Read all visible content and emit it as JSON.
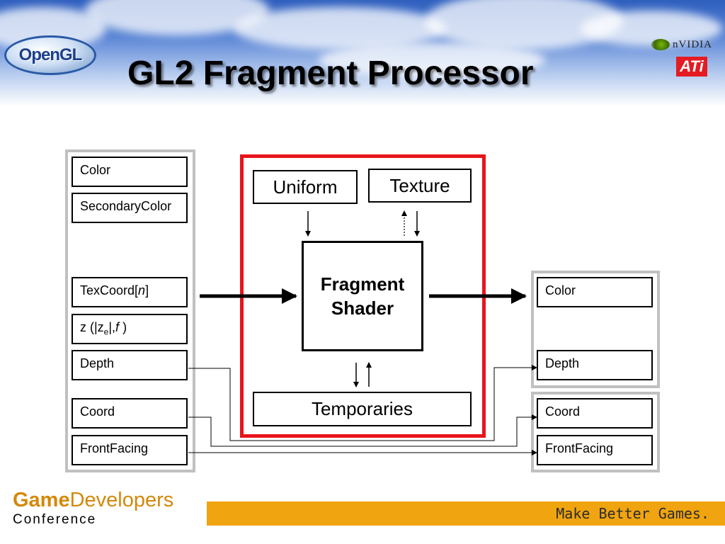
{
  "title": "GL2 Fragment Processor",
  "logos": {
    "opengl": "OpenGL",
    "nvidia": "nVIDIA",
    "ati": "ATi"
  },
  "inputs": {
    "color": "Color",
    "secondary_color": "SecondaryColor",
    "texcoord_prefix": "TexCoord[",
    "texcoord_var": "n",
    "texcoord_suffix": "]",
    "z_prefix": "z (|z",
    "z_sub": "e",
    "z_mid": "|,",
    "z_var": "f",
    "z_suffix": " )",
    "depth": "Depth",
    "coord": "Coord",
    "front_facing": "FrontFacing"
  },
  "processor": {
    "uniform": "Uniform",
    "texture": "Texture",
    "shader_line1": "Fragment",
    "shader_line2": "Shader",
    "temporaries": "Temporaries"
  },
  "outputs": {
    "color": "Color",
    "depth": "Depth",
    "coord": "Coord",
    "front_facing": "FrontFacing"
  },
  "footer": {
    "gdc_game": "Game",
    "gdc_developers": "Developers",
    "gdc_conference": "Conference",
    "tagline": "Make Better Games."
  },
  "colors": {
    "processor_border": "#e8141b",
    "panel_border": "#c0c0c0",
    "footer_bar": "#f0a40f"
  }
}
